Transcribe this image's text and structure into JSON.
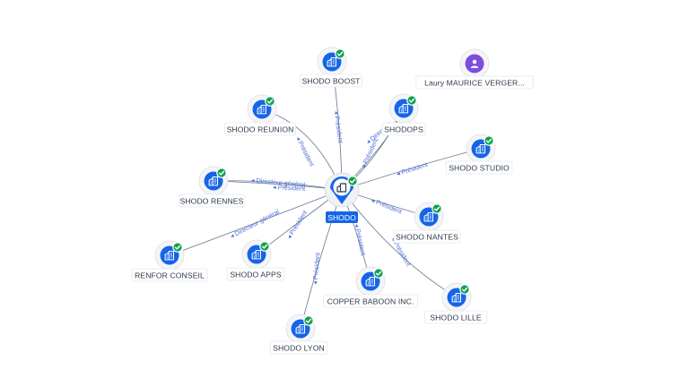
{
  "graph": {
    "center": {
      "label": "SHODO"
    },
    "nodes": [
      {
        "id": "boost",
        "label": "SHODO BOOST",
        "kind": "company"
      },
      {
        "id": "reunion",
        "label": "SHODO REUNION",
        "kind": "company"
      },
      {
        "id": "shodops",
        "label": "SHODOPS",
        "kind": "company"
      },
      {
        "id": "laury",
        "label": "Laury MAURICE VERGER...",
        "kind": "person"
      },
      {
        "id": "studio",
        "label": "SHODO STUDIO",
        "kind": "company"
      },
      {
        "id": "rennes",
        "label": "SHODO RENNES",
        "kind": "company"
      },
      {
        "id": "nantes",
        "label": "SHODO NANTES",
        "kind": "company"
      },
      {
        "id": "renfor",
        "label": "RENFOR CONSEIL",
        "kind": "company"
      },
      {
        "id": "apps",
        "label": "SHODO APPS",
        "kind": "company"
      },
      {
        "id": "copper",
        "label": "COPPER BABOON INC.",
        "kind": "company"
      },
      {
        "id": "lille",
        "label": "SHODO LILLE",
        "kind": "company"
      },
      {
        "id": "lyon",
        "label": "SHODO LYON",
        "kind": "company"
      }
    ],
    "edges": [
      {
        "to": "boost",
        "label": "Président"
      },
      {
        "to": "reunion",
        "label": "Président"
      },
      {
        "to": "shodops",
        "label": "Président"
      },
      {
        "to": "shodops",
        "label": "Directeur ...ral"
      },
      {
        "to": "studio",
        "label": "Président"
      },
      {
        "to": "rennes",
        "label": "Président"
      },
      {
        "to": "rennes",
        "label": "Directeur général"
      },
      {
        "to": "nantes",
        "label": "Président"
      },
      {
        "to": "renfor",
        "label": "Directeur général"
      },
      {
        "to": "apps",
        "label": "Président"
      },
      {
        "to": "copper",
        "label": "Président"
      },
      {
        "to": "lille",
        "label": "Président"
      },
      {
        "to": "lyon",
        "label": "Président"
      }
    ]
  },
  "icons": {
    "company": "building-icon",
    "person": "person-icon",
    "badge": "verified-check-icon",
    "center": "location-pin-icon"
  },
  "colors": {
    "node": "#1565e8",
    "person": "#7c4dde",
    "check": "#12a150",
    "edge": "#66768e",
    "edge_label": "#4d6fd8",
    "center_label_bg": "#1565e8"
  }
}
